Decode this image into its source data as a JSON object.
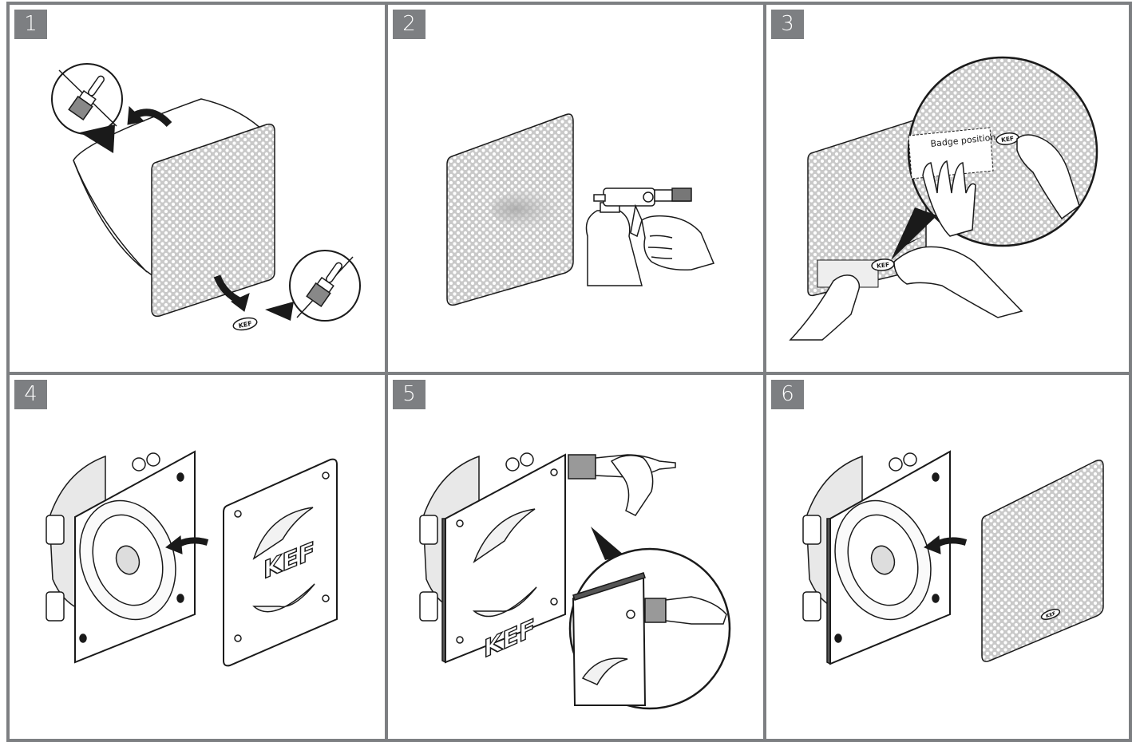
{
  "steps": [
    {
      "number": "1"
    },
    {
      "number": "2"
    },
    {
      "number": "3",
      "callout_label": "Badge position"
    },
    {
      "number": "4",
      "logo_text": "KEF"
    },
    {
      "number": "5",
      "logo_text": "KEF"
    },
    {
      "number": "6"
    }
  ],
  "badge_text": "KEF",
  "colors": {
    "frame": "#7d7f82",
    "line": "#1a1a1a",
    "mesh": "#d9d9d9",
    "spray": "#b8b8b8"
  }
}
